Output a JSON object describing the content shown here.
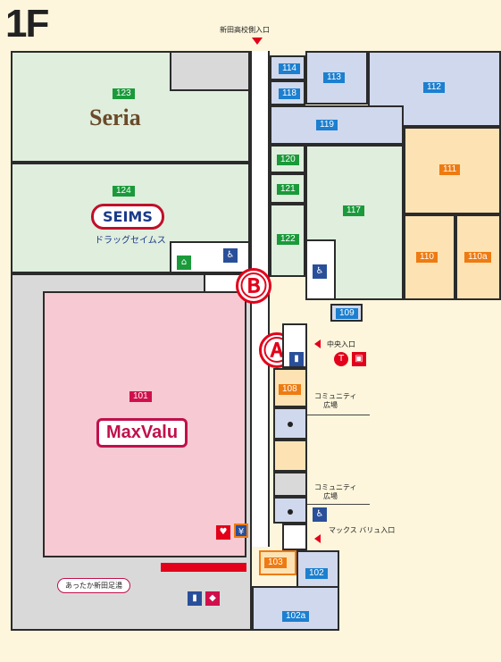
{
  "floor": "1F",
  "entrances": {
    "north": "新田高校側入口",
    "central": "中央入口",
    "maxvalu": "マックス バリュ入口"
  },
  "stores": {
    "seria": {
      "number": "123",
      "name": "Seria"
    },
    "seims": {
      "number": "124",
      "name": "SEIMS",
      "sub": "ドラッグセイムス"
    },
    "maxvalu": {
      "number": "101",
      "name": "MaxValu"
    }
  },
  "units": [
    "114",
    "113",
    "112",
    "118",
    "119",
    "111",
    "120",
    "121",
    "117",
    "122",
    "110",
    "110a",
    "109",
    "108",
    "103",
    "102",
    "102a"
  ],
  "community": [
    "コミュニティ",
    "広場"
  ],
  "markers": {
    "a": "Ⓐ",
    "b": "Ⓑ"
  },
  "ashiyu": "あったか新田足湯",
  "colors": {
    "green": "#1a9a3a",
    "blue": "#1c7fcf",
    "orange": "#ee7b12",
    "red": "#e2001a"
  }
}
